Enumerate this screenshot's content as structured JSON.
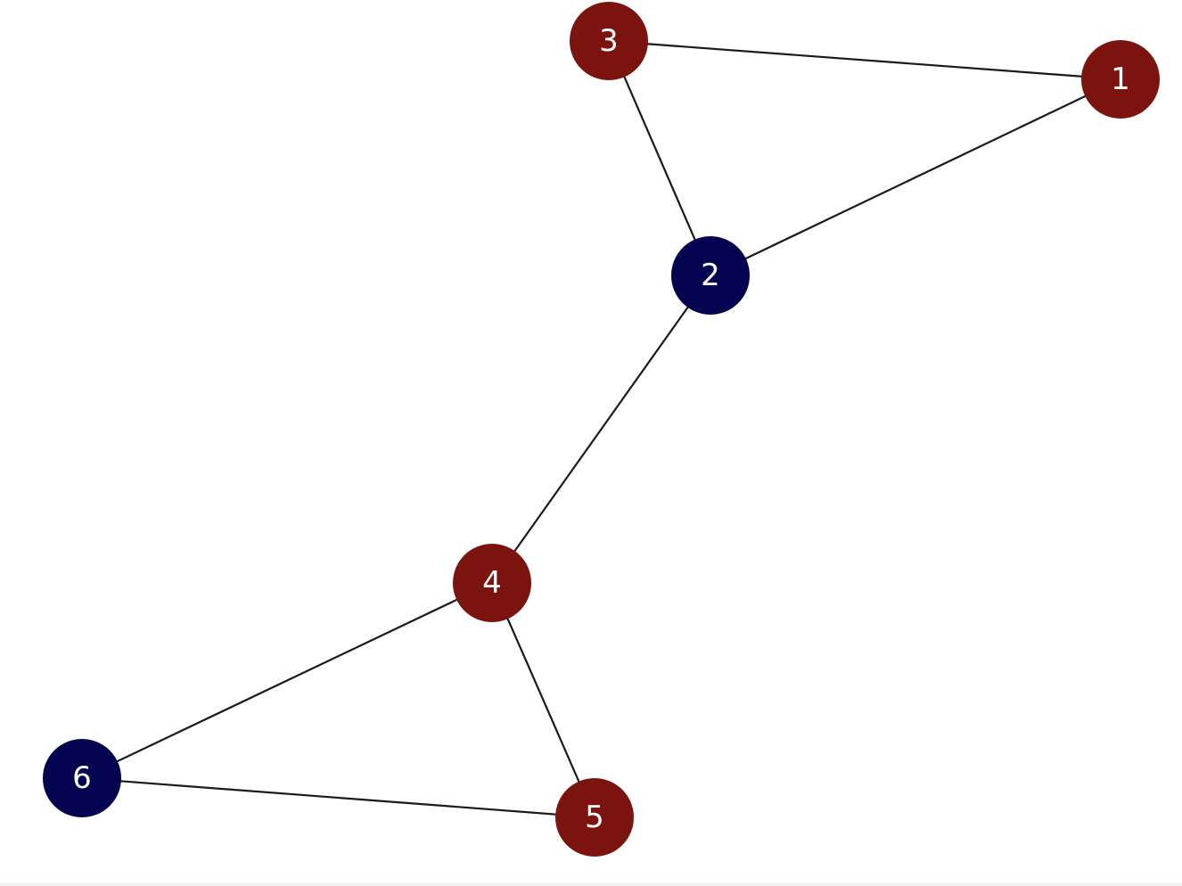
{
  "graph": {
    "colors": {
      "red": "#7b140e",
      "navy": "#03034f",
      "edge": "#1a1a1a",
      "label": "#ffffff",
      "background": "#ffffff"
    },
    "nodes": [
      {
        "id": "1",
        "label": "1",
        "color": "red"
      },
      {
        "id": "2",
        "label": "2",
        "color": "navy"
      },
      {
        "id": "3",
        "label": "3",
        "color": "red"
      },
      {
        "id": "4",
        "label": "4",
        "color": "red"
      },
      {
        "id": "5",
        "label": "5",
        "color": "red"
      },
      {
        "id": "6",
        "label": "6",
        "color": "navy"
      }
    ],
    "edges": [
      {
        "source": "3",
        "target": "1"
      },
      {
        "source": "3",
        "target": "2"
      },
      {
        "source": "1",
        "target": "2"
      },
      {
        "source": "2",
        "target": "4"
      },
      {
        "source": "4",
        "target": "6"
      },
      {
        "source": "4",
        "target": "5"
      },
      {
        "source": "6",
        "target": "5"
      }
    ]
  }
}
